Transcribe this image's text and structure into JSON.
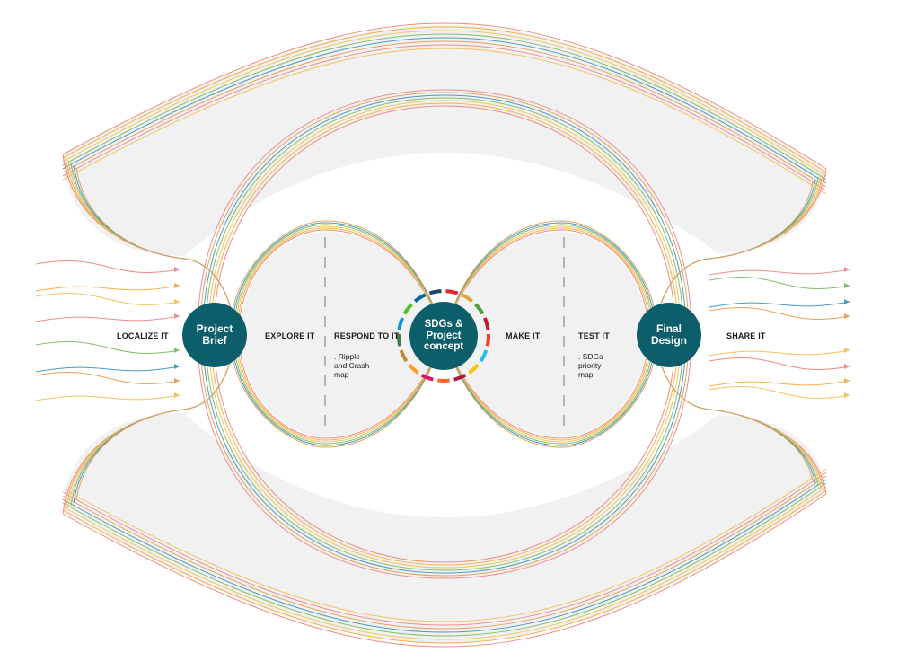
{
  "nodes": {
    "brief": "Project\nBrief",
    "center": "SDGs &\nProject\nconcept",
    "final": "Final\nDesign"
  },
  "labels": {
    "localize": "LOCALIZE IT",
    "explore": "EXPLORE IT",
    "respond": "RESPOND TO IT",
    "make": "MAKE IT",
    "test": "TEST IT",
    "share": "SHARE IT"
  },
  "notes": {
    "respond": ". Ripple\nand Crash\nmap",
    "test": ". SDGs\npriority\nmap"
  },
  "colors": {
    "node": "#0d5e6b",
    "fill": "#f1f1f1",
    "lines": [
      "#f08a7e",
      "#f5b04a",
      "#f2c45c",
      "#7fbf6a",
      "#4a9bc2",
      "#e9a15a",
      "#ee8f8f",
      "#f3c25f"
    ],
    "sdg_ring": [
      "#e5243b",
      "#dda63a",
      "#4c9f38",
      "#c5192d",
      "#ff3a21",
      "#26bde2",
      "#fcc30b",
      "#a21942",
      "#fd6925",
      "#dd1367",
      "#fd9d24",
      "#bf8b2e",
      "#3f7e44",
      "#0a97d9",
      "#56c02b",
      "#00689d",
      "#19486a"
    ]
  }
}
